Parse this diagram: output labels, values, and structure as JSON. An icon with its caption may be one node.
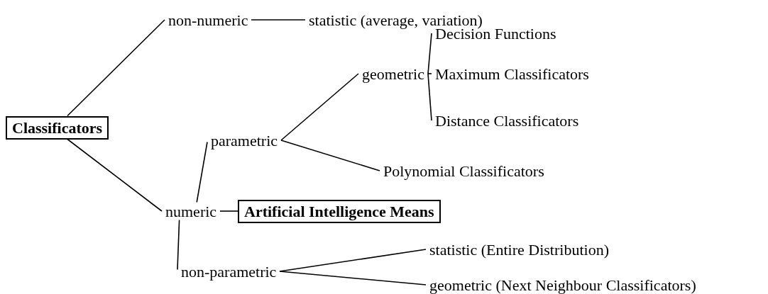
{
  "diagram": {
    "nodes": [
      {
        "text": [
          "Classificators"
        ]
      },
      {
        "text": [
          "non-numeric"
        ]
      },
      {
        "text": [
          "statistic (average, variation)"
        ]
      },
      {
        "text": [
          "numeric"
        ]
      },
      {
        "text": [
          "parametric"
        ]
      },
      {
        "text": [
          "geometric"
        ]
      },
      {
        "text": [
          "Decision Functions"
        ]
      },
      {
        "text": [
          "Maximum Classificators"
        ]
      },
      {
        "text": [
          "Distance Classificators"
        ]
      },
      {
        "text": [
          "Polynomial Classificators"
        ]
      },
      {
        "text": [
          "Artificial Intelligence Means"
        ]
      },
      {
        "text": [
          "non-parametric"
        ]
      },
      {
        "text": [
          "statistic (Entire Distribution)"
        ]
      },
      {
        "text": [
          "geometric (Next Neighbour Classificators)"
        ]
      }
    ],
    "edges": [
      {
        "from": 0,
        "to": 1,
        "arrow": "none"
      },
      {
        "from": 1,
        "to": 2,
        "arrow": "none"
      },
      {
        "from": 0,
        "to": 3,
        "arrow": "none"
      },
      {
        "from": 3,
        "to": 4,
        "arrow": "none"
      },
      {
        "from": 4,
        "to": 5,
        "arrow": "none"
      },
      {
        "from": 4,
        "to": 9,
        "arrow": "none"
      },
      {
        "from": 5,
        "to": 6,
        "arrow": "none"
      },
      {
        "from": 5,
        "to": 7,
        "arrow": "none"
      },
      {
        "from": 5,
        "to": 8,
        "arrow": "none"
      },
      {
        "from": 3,
        "to": 10,
        "arrow": "none"
      },
      {
        "from": 3,
        "to": 11,
        "arrow": "none"
      },
      {
        "from": 11,
        "to": 12,
        "arrow": "none"
      },
      {
        "from": 11,
        "to": 13,
        "arrow": "none"
      }
    ]
  }
}
